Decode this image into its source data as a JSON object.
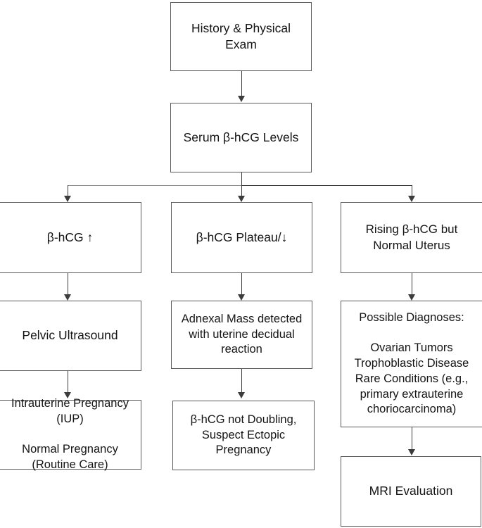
{
  "diagram": {
    "title": "Diagnostic algorithm for rising beta-hCG evaluation",
    "stroke_color": "#3c3c3c",
    "box_border_color": "#5a5a5a",
    "background": "#ffffff"
  },
  "nodes": {
    "history_physical": {
      "label": "History & Physical Exam"
    },
    "serum_bhcg": {
      "label": "Serum β-hCG Levels"
    },
    "branch_rising": {
      "label": "β-hCG ↑"
    },
    "branch_plateau": {
      "label": "β-hCG Plateau/↓"
    },
    "branch_normal_uterus": {
      "label": "Rising β-hCG but Normal Uterus"
    },
    "pelvic_ultrasound": {
      "label": "Pelvic Ultrasound"
    },
    "adnexal_mass": {
      "label": "Adnexal Mass detected with uterine decidual reaction"
    },
    "possible_diagnoses": {
      "label": "Possible Diagnoses:\n\nOvarian Tumors\nTrophoblastic Disease\nRare Conditions (e.g., primary extrauterine choriocarcinoma)"
    },
    "iup_outcome": {
      "label": "Intrauterine Pregnancy (IUP)\n\nNormal Pregnancy (Routine Care)"
    },
    "suspect_ectopic": {
      "label": "β-hCG not Doubling, Suspect Ectopic Pregnancy"
    },
    "mri_evaluation": {
      "label": "MRI Evaluation"
    }
  }
}
